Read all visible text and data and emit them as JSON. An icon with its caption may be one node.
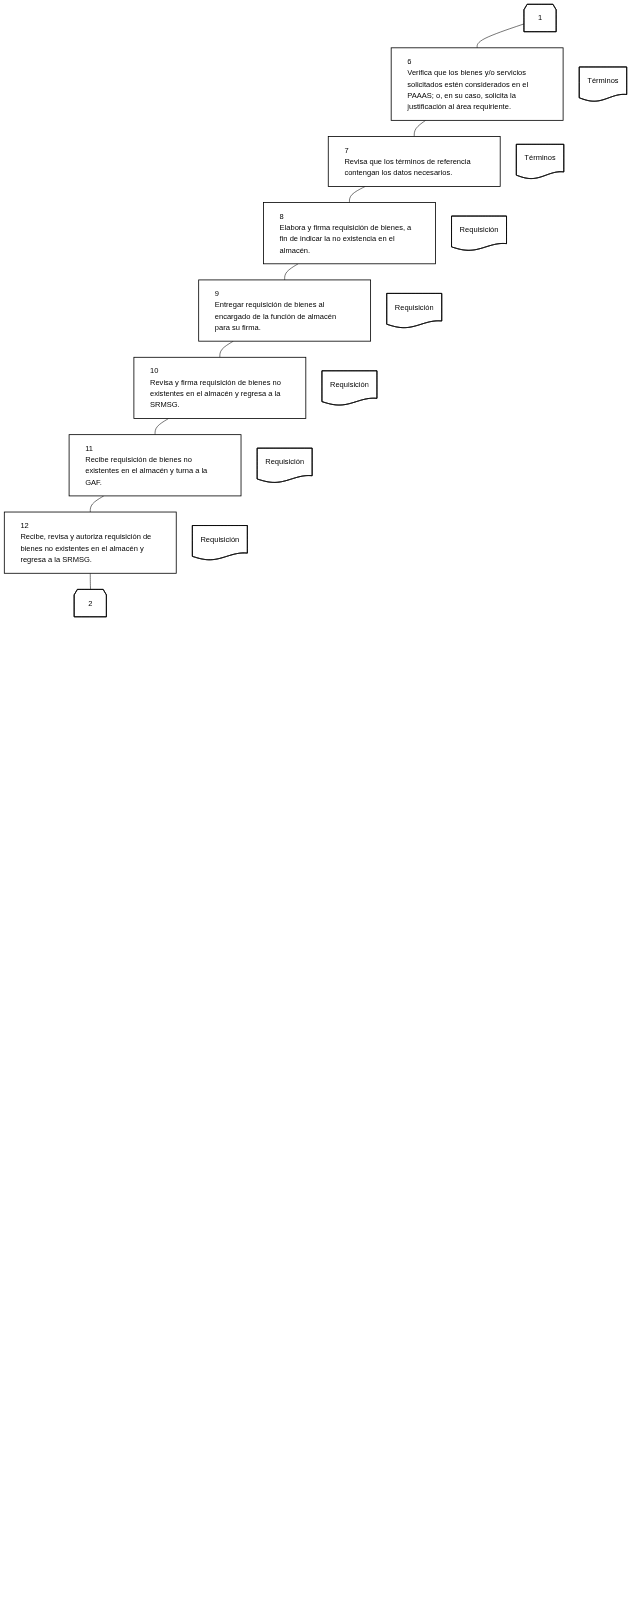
{
  "diagram": {
    "nodes": [
      {
        "text": [
          "1"
        ]
      },
      {
        "text": [
          "6",
          "Verifica que los bienes y/o servicios solicitados estén considerados en el PAAAS; o, en su caso, solicita la justificación al área requiriente."
        ]
      },
      {
        "text": [
          "Términos"
        ]
      },
      {
        "text": [
          "7",
          "Revisa que los términos de referencia contengan los datos necesarios."
        ]
      },
      {
        "text": [
          "Términos"
        ]
      },
      {
        "text": [
          "8",
          "Elabora y firma requisición de bienes, a fin de indicar la no existencia en el almacén."
        ]
      },
      {
        "text": [
          "Requisición"
        ]
      },
      {
        "text": [
          "9",
          "Entregar requisición de bienes al encargado de la función de almacén para su firma."
        ]
      },
      {
        "text": [
          "Requisición"
        ]
      },
      {
        "text": [
          "10",
          "Revisa y firma requisición de bienes no existentes en el almacén y regresa a la SRMSG."
        ]
      },
      {
        "text": [
          "Requisición"
        ]
      },
      {
        "text": [
          "11",
          "Recibe requisición de bienes no existentes en el almacén y turna a la GAF."
        ]
      },
      {
        "text": [
          "Requisición"
        ]
      },
      {
        "text": [
          "12",
          "Recibe, revisa y autoriza requisición de bienes no existentes en el almacén y regresa a la SRMSG."
        ]
      },
      {
        "text": [
          "Requisición"
        ]
      },
      {
        "text": [
          "2"
        ]
      }
    ],
    "edges": [
      {
        "from": 0,
        "to": 1,
        "arrow": "none"
      },
      {
        "from": 1,
        "to": 3,
        "arrow": "none"
      },
      {
        "from": 3,
        "to": 5,
        "arrow": "none"
      },
      {
        "from": 5,
        "to": 7,
        "arrow": "none"
      },
      {
        "from": 7,
        "to": 9,
        "arrow": "none"
      },
      {
        "from": 9,
        "to": 11,
        "arrow": "none"
      },
      {
        "from": 11,
        "to": 13,
        "arrow": "none"
      },
      {
        "from": 13,
        "to": 15,
        "arrow": "none"
      }
    ]
  }
}
